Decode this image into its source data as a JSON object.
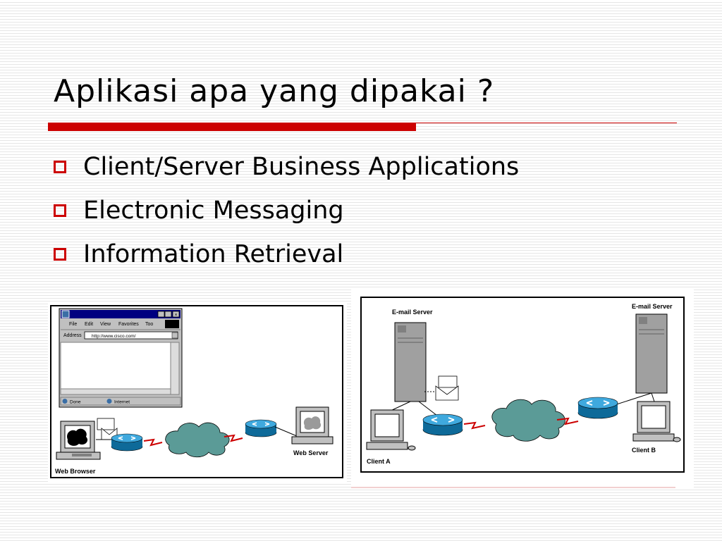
{
  "title": "Aplikasi apa yang dipakai ?",
  "bullets": [
    "Client/Server Business Applications",
    "Electronic Messaging",
    "Information Retrieval"
  ],
  "colors": {
    "accent": "#cc0000",
    "router": "#1c8fc9",
    "cloud": "#5b9b97"
  },
  "figure_left": {
    "browser_menu": [
      "File",
      "Edit",
      "View",
      "Favorites",
      "Too"
    ],
    "address_label": "Address",
    "address_value": "http://www.cisco.com/",
    "status_done": "Done",
    "status_zone": "Internet",
    "web_browser_label": "Web Browser",
    "web_server_label": "Web Server"
  },
  "figure_right": {
    "email_server_left_label": "E-mail Server",
    "email_server_right_label": "E-mail Server",
    "client_a_label": "Client A",
    "client_b_label": "Client B"
  }
}
